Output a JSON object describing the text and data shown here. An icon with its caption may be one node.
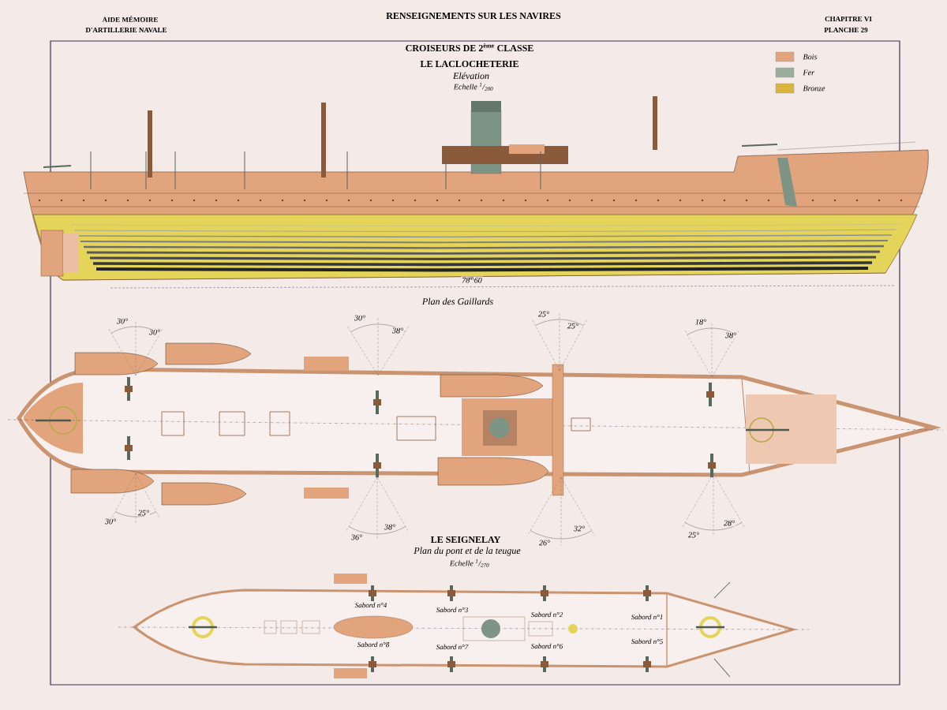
{
  "diagram": {
    "title": "RENSEIGNEMENTS SUR LES NAVIRES",
    "labels": [
      "AIDE MÉMOIRE",
      "D'ARTILLERIE NAVALE",
      "CHAPITRE VI",
      "PLANCHE 29",
      "CROISEURS DE 2$^{ème}$ CLASSE",
      "LE LACLOCHETERIE",
      "Elévation",
      "Echelle $^{1}$/$_{200}$",
      "78$^{m}$60",
      "Plan des Gaillards",
      "30°",
      "30°",
      "30°",
      "38°",
      "25°",
      "25°",
      "18°",
      "38°",
      "25°",
      "30°",
      "38°",
      "36°",
      "32°",
      "26°",
      "28°",
      "25°",
      "LE SEIGNELAY",
      "Plan du pont et de la teugue",
      "Echelle $^{1}$/$_{270}$",
      "Sabord n°4",
      "Sabord n°3",
      "Sabord n°2",
      "Sabord n°1",
      "Sabord n°8",
      "Sabord n°7",
      "Sabord n°6",
      "Sabord n°5"
    ],
    "legend": [
      {
        "text": "Bois",
        "color": "#e2a47c"
      },
      {
        "text": "Fer",
        "color": "#9aae9c"
      },
      {
        "text": "Bronze",
        "color": "#d8b43c"
      }
    ]
  }
}
